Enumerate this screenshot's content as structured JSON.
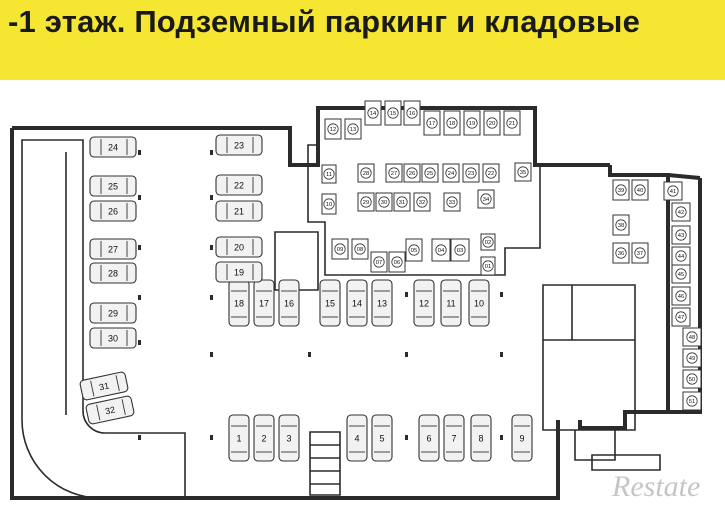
{
  "title": "-1 этаж. Подземный паркинг и кладовые",
  "watermark": "Restate",
  "colors": {
    "banner": "#f5e632",
    "wall": "#2b2b2b",
    "car_fill": "#f2f2f2",
    "room_fill": "#ffffff"
  },
  "parking_spots": [
    "1",
    "2",
    "3",
    "4",
    "5",
    "6",
    "7",
    "8",
    "9",
    "10",
    "11",
    "12",
    "13",
    "14",
    "15",
    "16",
    "17",
    "18",
    "19",
    "20",
    "21",
    "22",
    "23",
    "24",
    "25",
    "26",
    "27",
    "28",
    "29",
    "30",
    "31",
    "32"
  ],
  "storage_rooms": [
    "01",
    "02",
    "03",
    "04",
    "05",
    "06",
    "07",
    "08",
    "09",
    "10",
    "11",
    "12",
    "13",
    "14",
    "15",
    "16",
    "17",
    "18",
    "19",
    "20",
    "21",
    "22",
    "23",
    "24",
    "25",
    "26",
    "27",
    "28",
    "29",
    "30",
    "31",
    "32",
    "33",
    "34",
    "35",
    "36",
    "37",
    "38",
    "39",
    "40",
    "41",
    "42",
    "43",
    "44",
    "45",
    "46",
    "47",
    "48",
    "49",
    "50",
    "51"
  ]
}
